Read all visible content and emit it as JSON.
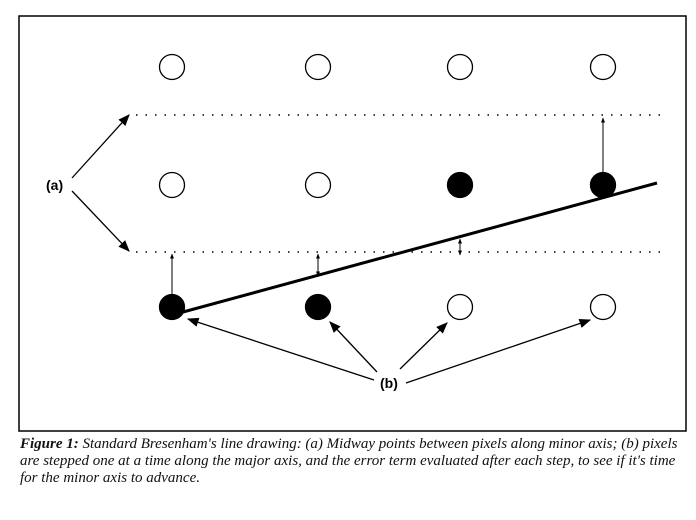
{
  "diagram": {
    "label_a": "(a)",
    "label_b": "(b)",
    "pixels_filled": [
      [
        false,
        false,
        false,
        false
      ],
      [
        false,
        false,
        true,
        true
      ],
      [
        true,
        true,
        false,
        false
      ]
    ]
  },
  "caption": {
    "figure_label": "Figure 1:",
    "text": " Standard Bresenham's line drawing: (a) Midway points between pixels along minor axis; (b) pixels are stepped one at a time along the major axis, and the error term evaluated after each step, to see if it's time for the minor axis to advance."
  }
}
